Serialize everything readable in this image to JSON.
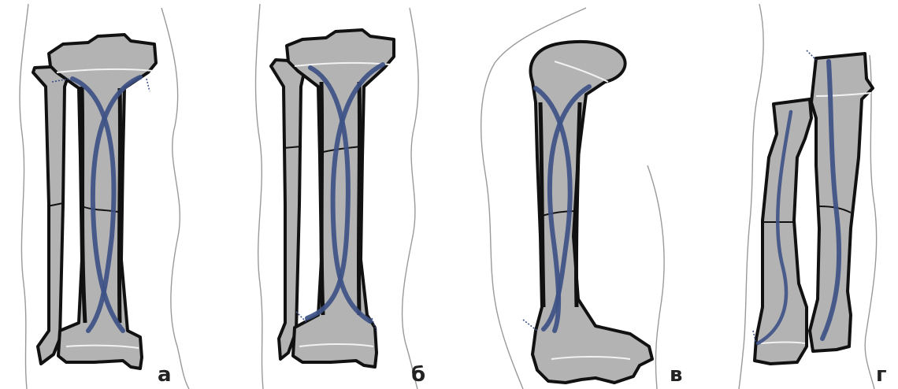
{
  "panels": [
    {
      "id": "a",
      "label": "а"
    },
    {
      "id": "b",
      "label": "б"
    },
    {
      "id": "v",
      "label": "в"
    },
    {
      "id": "g",
      "label": "г"
    }
  ],
  "colors": {
    "bone_fill": "#b3b3b3",
    "bone_outline": "#111111",
    "nail": "#3d5186",
    "limb_outline": "#9a9a9a",
    "label": "#222222"
  }
}
